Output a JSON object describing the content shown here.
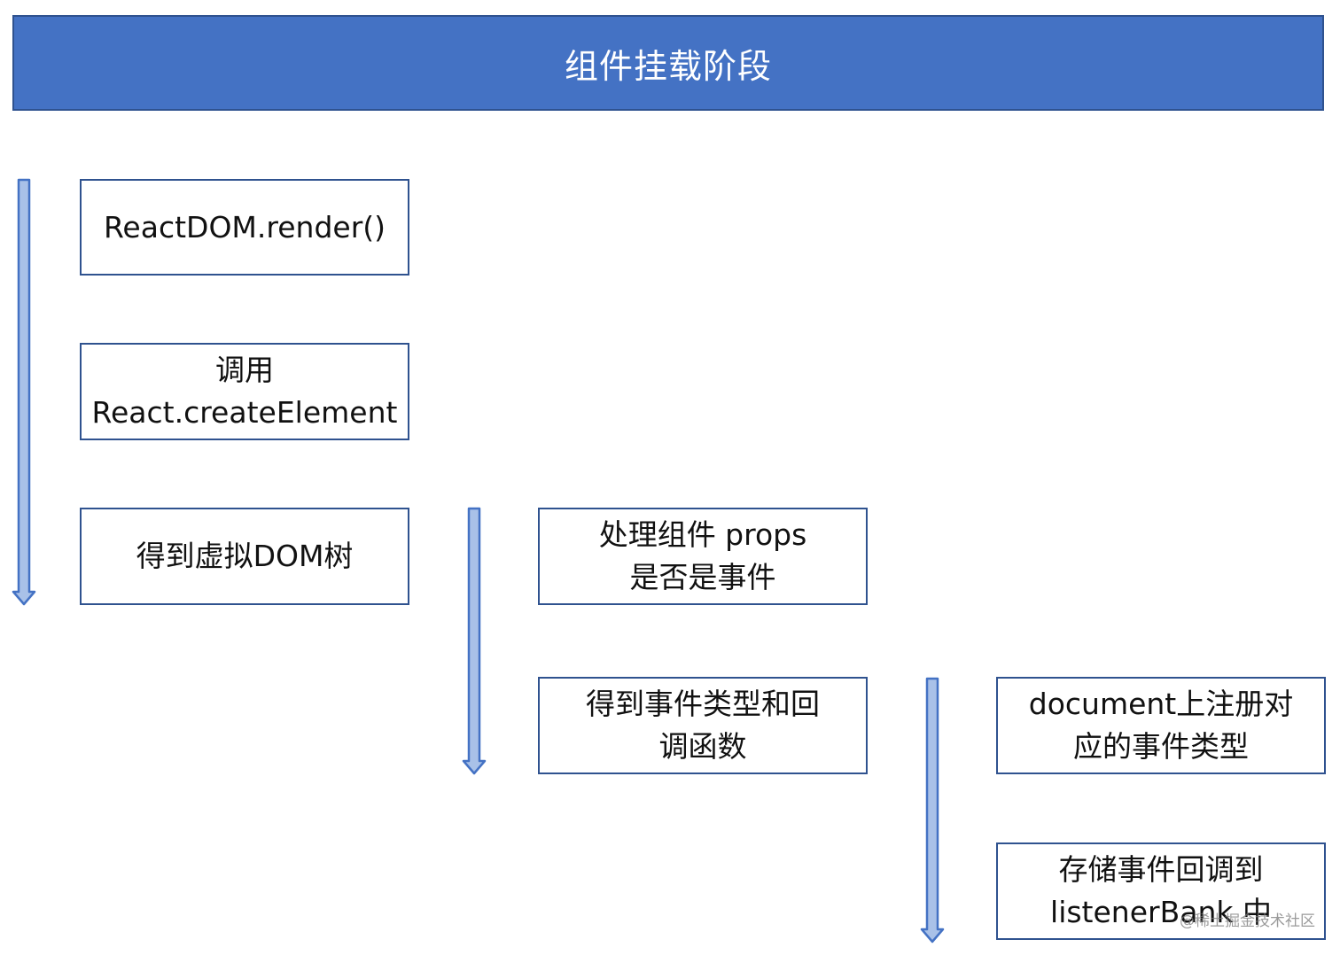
{
  "header": {
    "title": "组件挂载阶段"
  },
  "steps": {
    "render": "ReactDOM.render()",
    "create_element": "调用\nReact.createElement",
    "virtual_dom": "得到虚拟DOM树",
    "check_props": "处理组件 props\n是否是事件",
    "get_event": "得到事件类型和回\n调函数",
    "register": "document上注册对\n应的事件类型",
    "store": "存储事件回调到\nlistenerBank 中"
  },
  "watermark": "@稀土掘金技术社区",
  "colors": {
    "header_fill": "#4472c4",
    "box_border": "#2f528f",
    "arrow_fill": "#a9c1e8",
    "arrow_stroke": "#4472c4"
  }
}
